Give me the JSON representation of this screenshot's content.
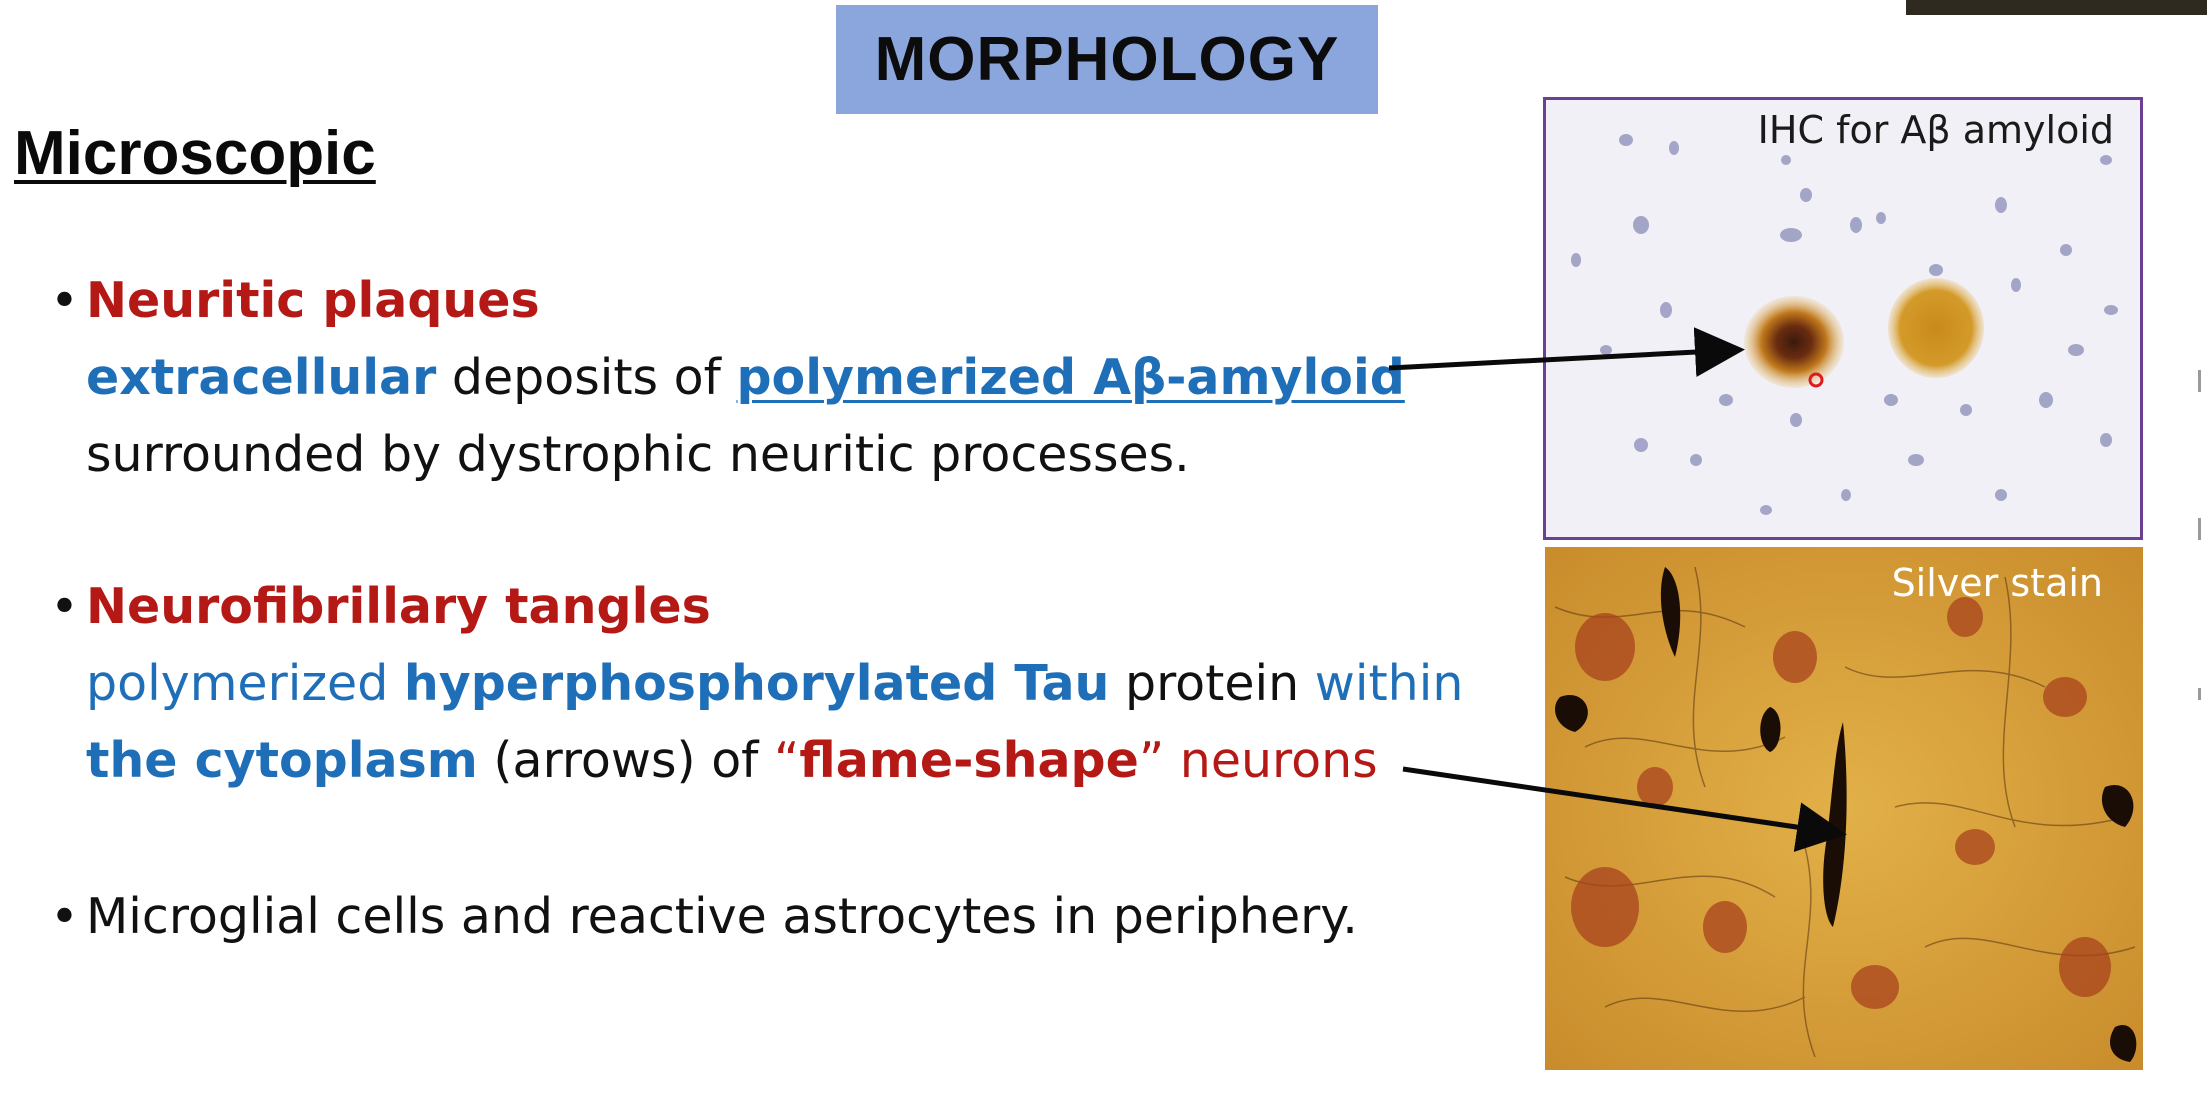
{
  "slide": {
    "title": "MORPHOLOGY",
    "subheading": "Microscopic"
  },
  "bullets": {
    "plaques": {
      "heading": "Neuritic plaques",
      "line1_a": "extracellular",
      "line1_b": " deposits of ",
      "line1_c": "polymerized Aβ-amyloid",
      "line2": "surrounded by dystrophic neuritic processes."
    },
    "tangles": {
      "heading": "Neurofibrillary tangles",
      "line1_a": "polymerized ",
      "line1_b": "hyperphosphorylated Tau",
      "line1_c": " protein ",
      "line1_d": "within",
      "line2_a": "the cytoplasm",
      "line2_b": " (arrows) of  ",
      "line2_c": "“",
      "line2_d": "flame-shape",
      "line2_e": "”",
      "line2_f": " neurons"
    },
    "glia": {
      "text": "Microglial cells and  reactive astrocytes in periphery."
    }
  },
  "images": {
    "top_caption": "IHC for Aβ amyloid",
    "bottom_caption": "Silver stain"
  },
  "colors": {
    "title_box": "#8aa6dc",
    "red_text": "#b41916",
    "blue_text": "#1f6eb8",
    "panel_border": "#6b3f94"
  }
}
